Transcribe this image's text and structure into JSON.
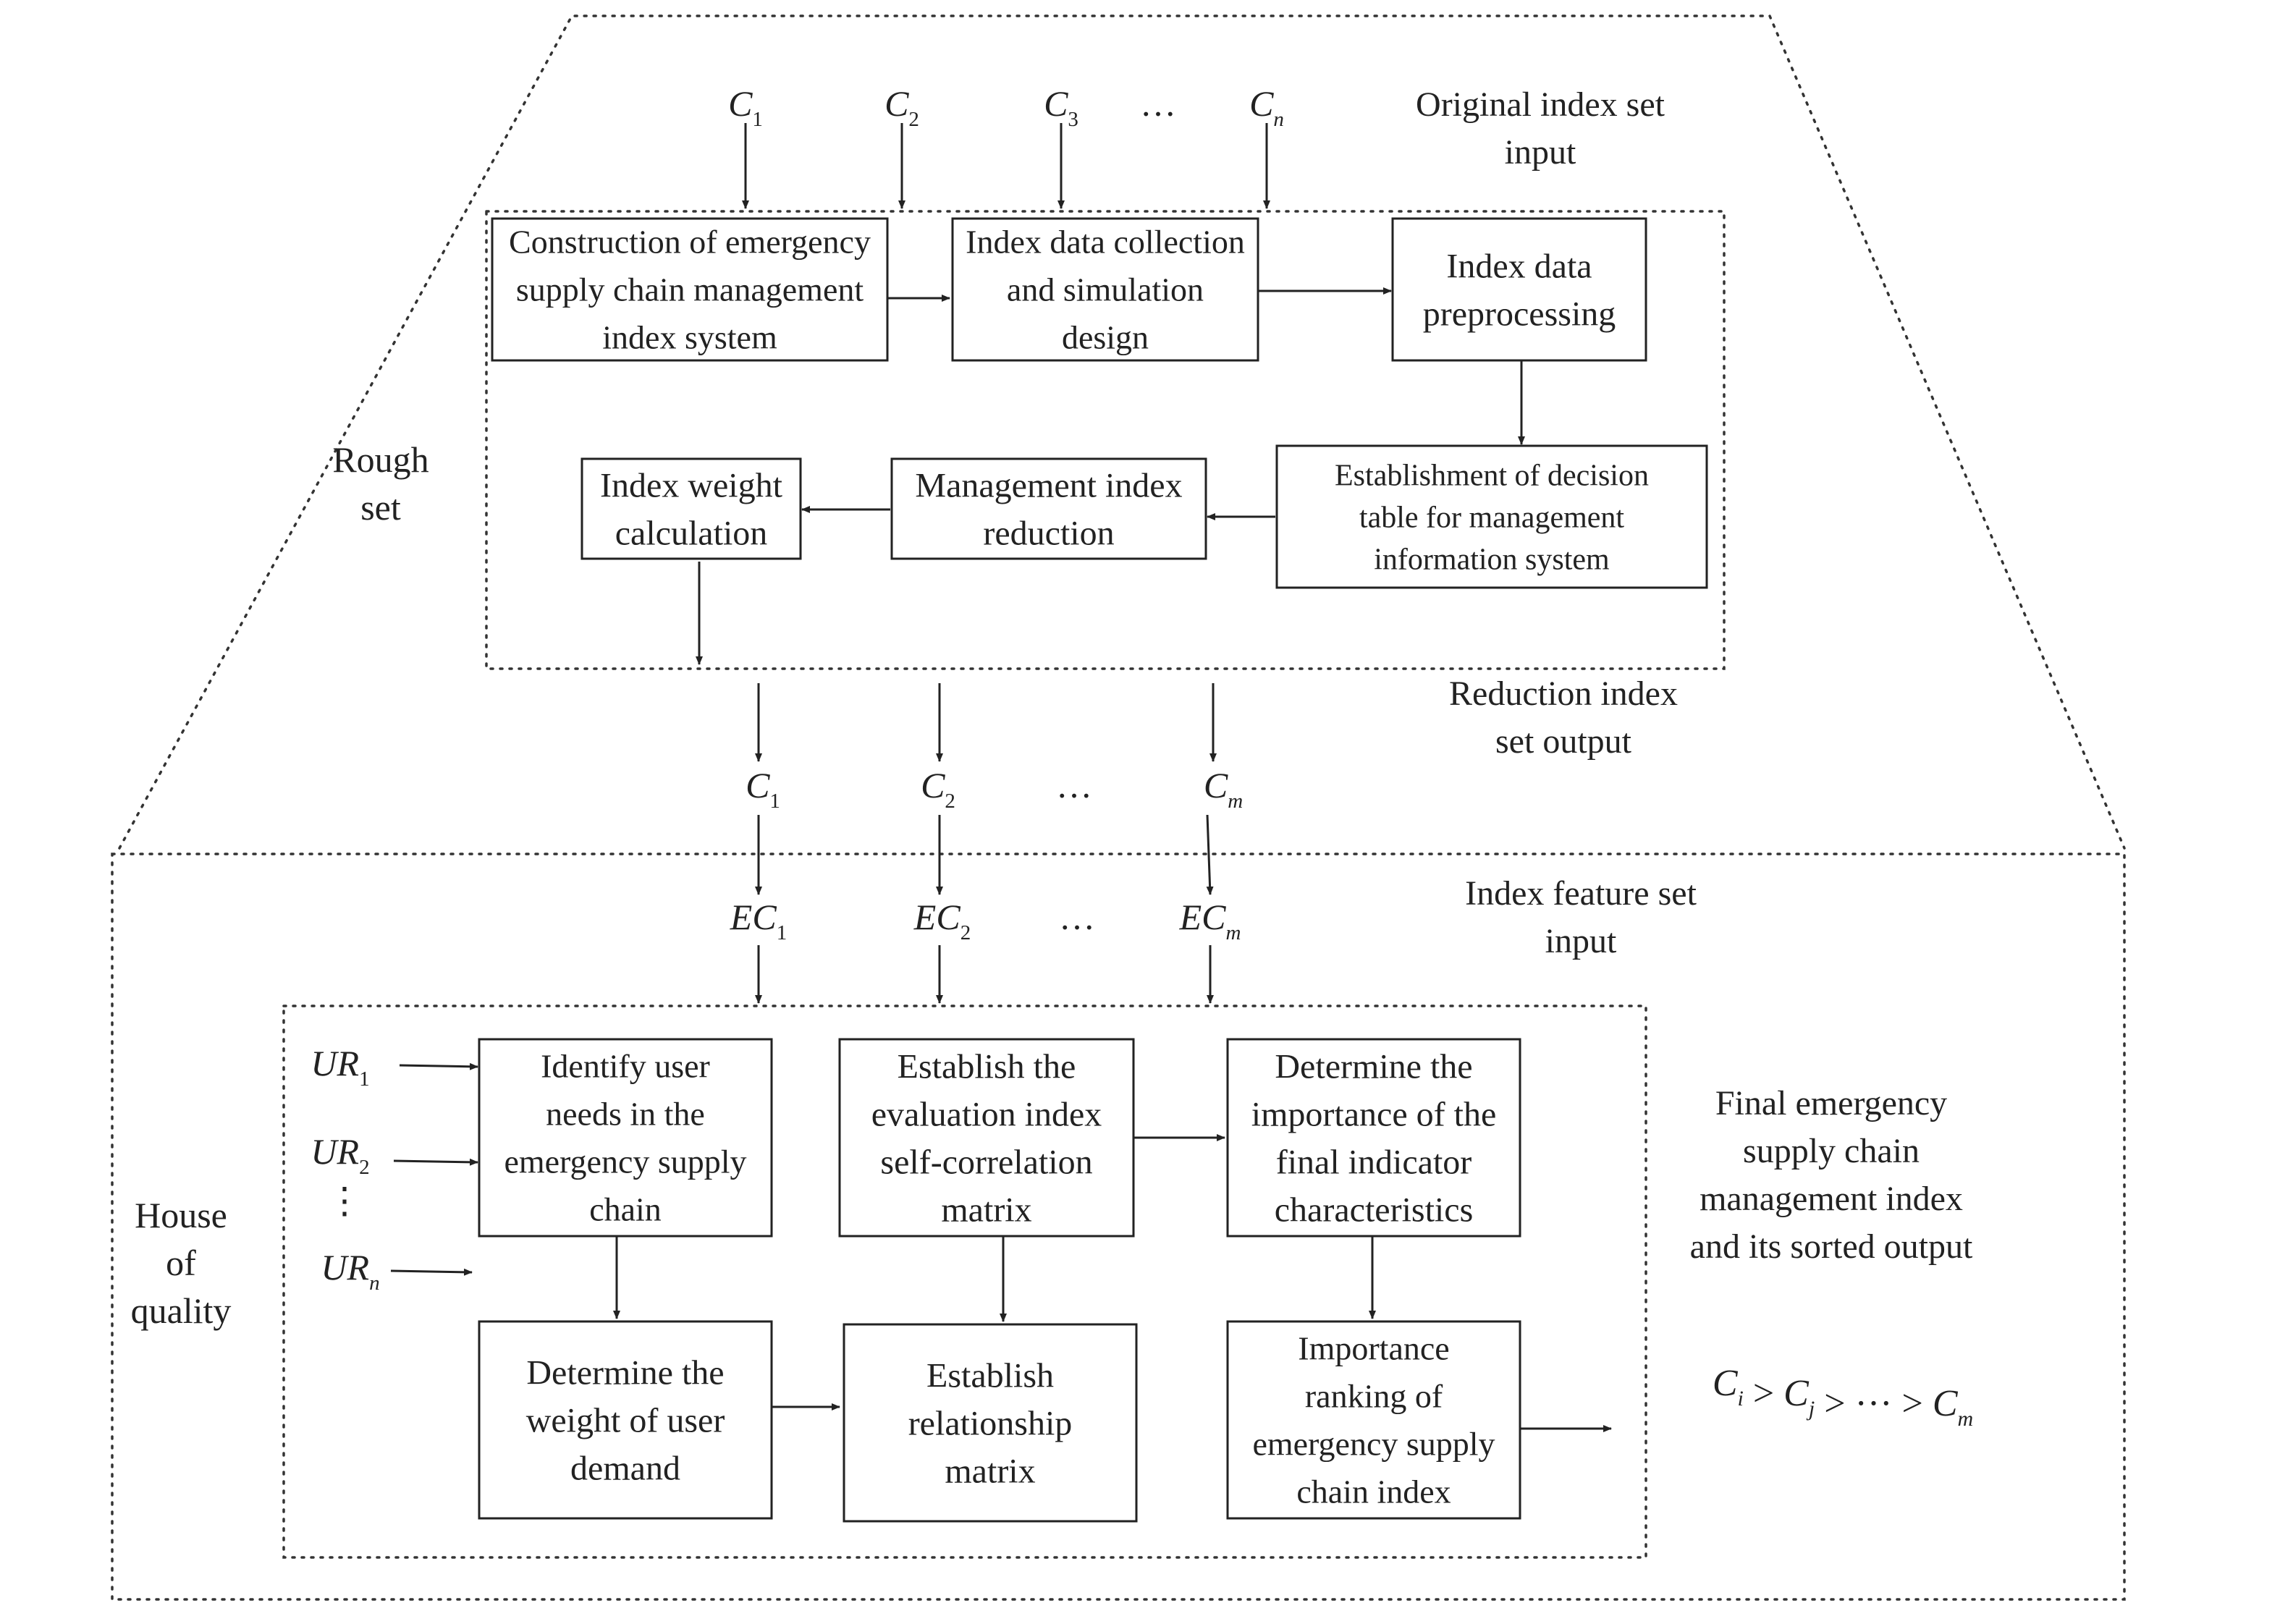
{
  "labels": {
    "original_input": [
      "Original index set",
      "input"
    ],
    "reduction_output": [
      "Reduction index",
      "set output"
    ],
    "feature_input": [
      "Index feature set",
      "input"
    ],
    "final_output": [
      "Final emergency",
      "supply chain",
      "management index",
      "and its sorted output"
    ],
    "rough_set": [
      "Rough",
      "set"
    ],
    "house_of_quality": [
      "House",
      "of",
      "quality"
    ]
  },
  "symbols": {
    "top": [
      "C1",
      "C2",
      "C3",
      "…",
      "Cn"
    ],
    "mid": [
      "C1",
      "C2",
      "…",
      "Cm"
    ],
    "ec": [
      "EC1",
      "EC2",
      "…",
      "ECm"
    ],
    "ur": [
      "UR1",
      "UR2",
      "⋮",
      "URn"
    ],
    "ranking": "Ci > Cj > ··· > Cm"
  },
  "boxes": {
    "construction": [
      "Construction of emergency",
      "supply chain management",
      "index system"
    ],
    "collection": [
      "Index data collection",
      "and simulation",
      "design"
    ],
    "preprocessing": [
      "Index data",
      "preprocessing"
    ],
    "decision_table": [
      "Establishment of decision",
      "table for management",
      "information system"
    ],
    "reduction": [
      "Management index",
      "reduction"
    ],
    "weight_calc": [
      "Index weight",
      "calculation"
    ],
    "identify_needs": [
      "Identify user",
      "needs in the",
      "emergency supply",
      "chain"
    ],
    "self_correlation": [
      "Establish the",
      "evaluation index",
      "self-correlation",
      "matrix"
    ],
    "importance_final": [
      "Determine the",
      "importance of the",
      "final indicator",
      "characteristics"
    ],
    "weight_demand": [
      "Determine the",
      "weight of user",
      "demand"
    ],
    "relationship": [
      "Establish",
      "relationship",
      "matrix"
    ],
    "ranking": [
      "Importance",
      "ranking of",
      "emergency supply",
      "chain index"
    ]
  }
}
